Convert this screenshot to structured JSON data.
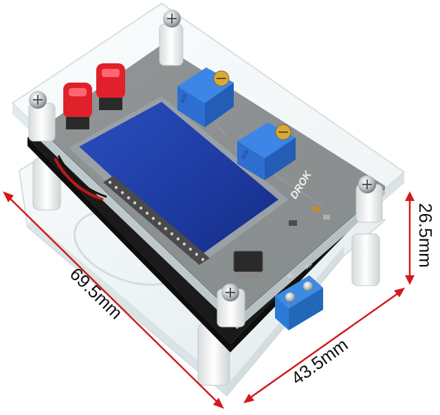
{
  "image": {
    "dimensions": {
      "length": "69.5mm",
      "width": "43.5mm",
      "height": "26.5mm"
    },
    "pot_labels": {
      "top": "103",
      "bottom": "103"
    },
    "brand_text": "DROK",
    "terminal_labels": {
      "minus": "IN-",
      "plus": "IN+"
    },
    "colors": {
      "dimension_line": "#d21a1a",
      "lcd": "#1f3fa8",
      "pcb": "#1a1a1a",
      "acrylic": "#eef4f6",
      "potentiometer": "#2c6fd0",
      "terminal_block": "#2b7bd6",
      "switch_red": "#e0202a"
    }
  }
}
